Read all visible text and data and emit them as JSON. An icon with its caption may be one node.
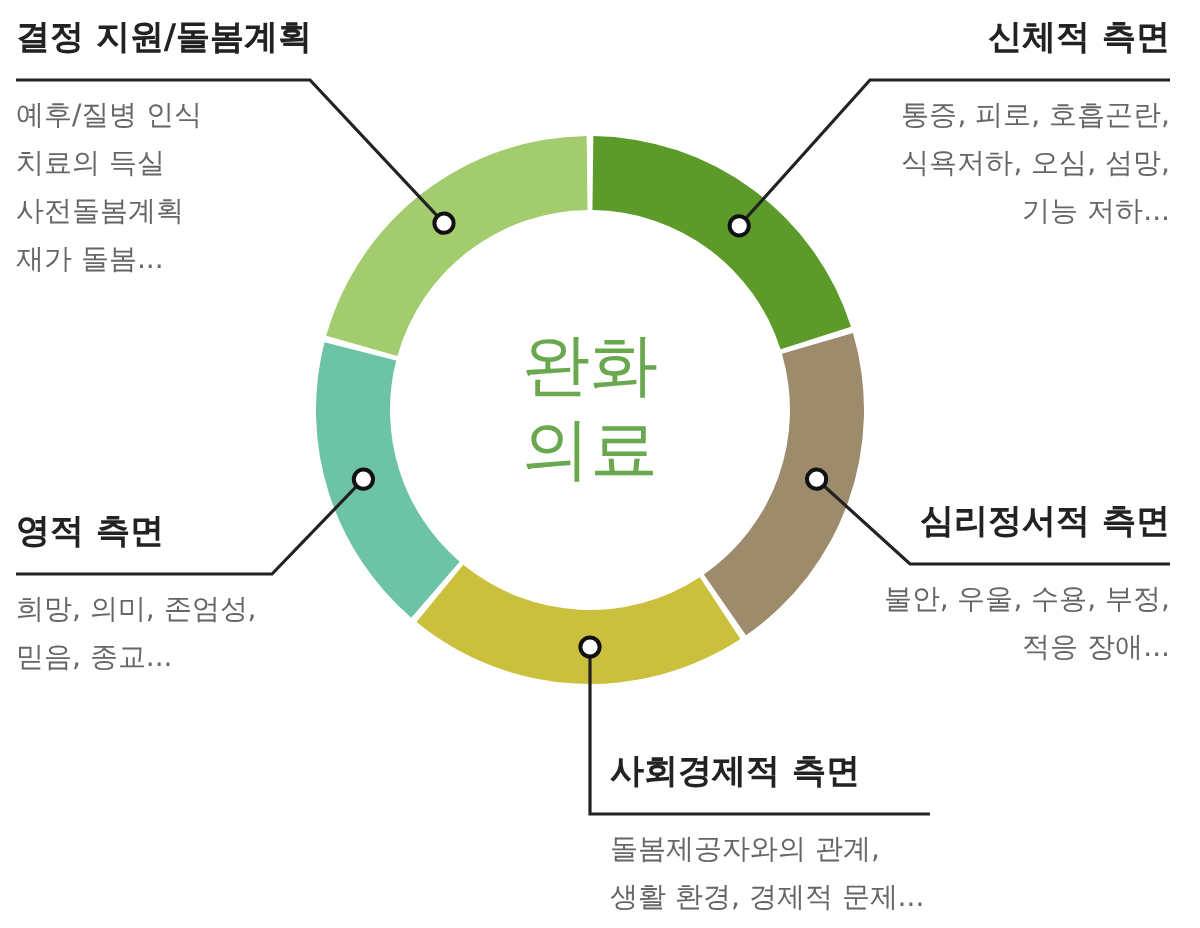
{
  "diagram": {
    "nodes": [
      {
        "text": [
          "완화 의료"
        ]
      },
      {
        "text": [],
        "shape": "arc"
      },
      {
        "text": [],
        "shape": "arc"
      },
      {
        "text": [],
        "shape": "arc"
      },
      {
        "text": [],
        "shape": "arc"
      },
      {
        "text": [],
        "shape": "arc"
      },
      {
        "text": [
          "결정 지원/돌봄계획",
          "예후/질병 인식 치료의 득실 사전돌봄계획 재가 돌봄..."
        ]
      },
      {
        "text": [
          "신체적 측면",
          "통증, 피로, 호흡곤란, 식욕저하, 오심, 섬망, 기능 저하..."
        ]
      },
      {
        "text": [
          "영적 측면",
          "희망, 의미, 존엄성, 믿음, 종교..."
        ]
      },
      {
        "text": [
          "심리정서적 측면",
          "불안, 우울, 수용, 부정, 적응 장애..."
        ]
      },
      {
        "text": [
          "사회경제적 측면",
          "돌봄제공자와의 관계, 생활 환경, 경제적 문제..."
        ]
      }
    ],
    "edges": [
      {
        "from": 6,
        "to": 2,
        "arrow": "other"
      },
      {
        "from": 7,
        "to": 4,
        "arrow": "other"
      },
      {
        "from": 8,
        "to": 1,
        "arrow": "other"
      },
      {
        "from": 9,
        "to": 5,
        "arrow": "other"
      },
      {
        "from": 10,
        "to": 3,
        "arrow": "other"
      }
    ]
  }
}
